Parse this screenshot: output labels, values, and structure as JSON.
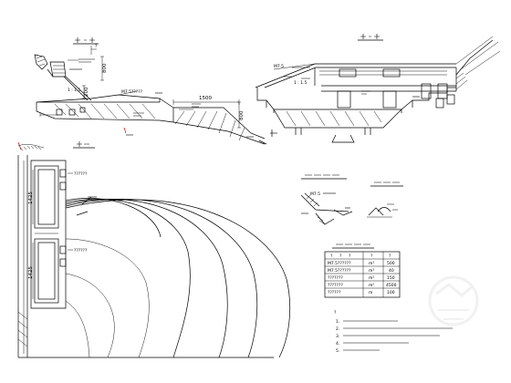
{
  "colors": {
    "ink": "#000000",
    "paper": "#ffffff",
    "section_mark": "#cc0000",
    "watermark": "#d8d8d8"
  },
  "section_left": {
    "dim_top": "800",
    "dim_mid": "200",
    "slope_ratio": "1 : 1.5",
    "mortar_label": "M7.5?????",
    "dim_right": "800",
    "dim_span": "1500",
    "label_qmark": "?"
  },
  "section_right": {
    "mortar_label": "M7.5",
    "slope_ratio": "1 : 1.5"
  },
  "plan_view": {
    "dim_upper": "1425",
    "dim_lower": "1425",
    "callout_upper": "??????",
    "callout_lower": "??????"
  },
  "detail_left": {
    "mortar_label": "M7.5"
  },
  "quantity_table": {
    "header": [
      "?",
      "?",
      "?",
      "?",
      "?"
    ],
    "rows": [
      {
        "item": "M7.5??????",
        "unit": "m³",
        "value": "500"
      },
      {
        "item": "M7.5??????",
        "unit": "m³",
        "value": "40"
      },
      {
        "item": "???????",
        "unit": "m²",
        "value": "150"
      },
      {
        "item": "???????",
        "unit": "m²",
        "value": "4500"
      },
      {
        "item": "??????",
        "unit": "m",
        "value": "100"
      }
    ]
  },
  "notes": {
    "heading": "?",
    "items": [
      "1.",
      "2.",
      "3.",
      "4.",
      "5."
    ]
  }
}
